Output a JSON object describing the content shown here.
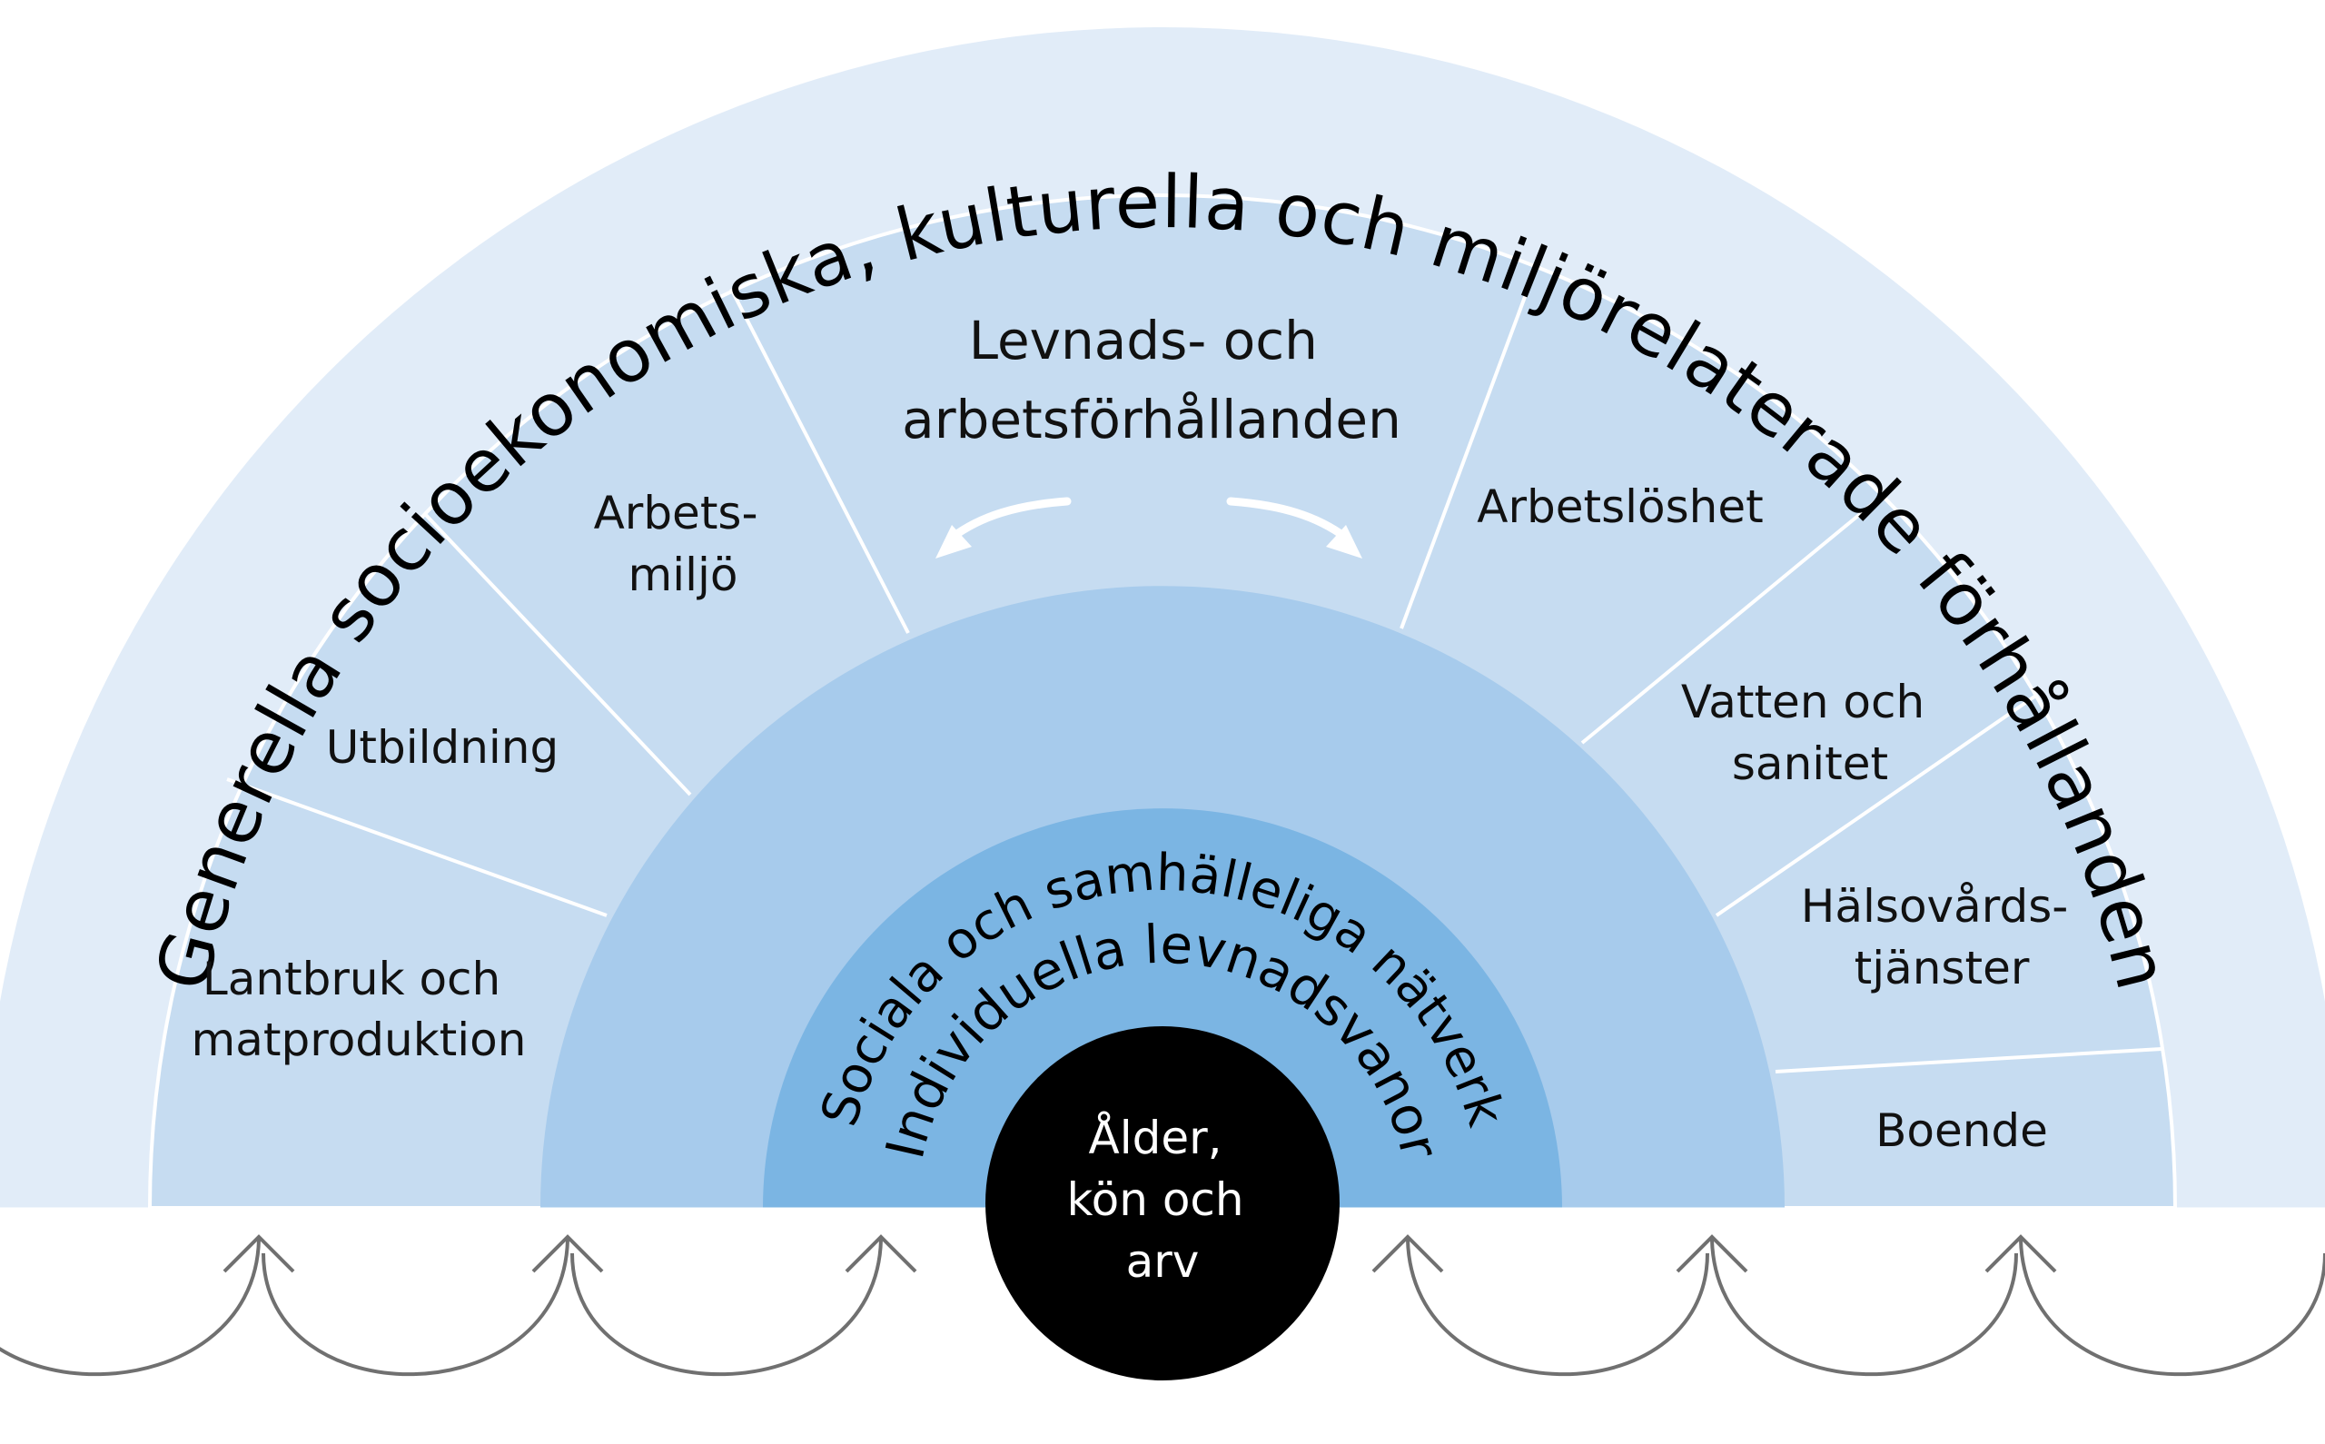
{
  "colors": {
    "outer_band": "#e1ecf8",
    "middle_band": "#c6dcf1",
    "social_band": "#a7cbec",
    "individual_band": "#7bb5e3",
    "core": "#000000",
    "divider": "#ffffff",
    "arrow_stroke": "#707070",
    "baseline": "#ffffff"
  },
  "outer": {
    "label": "Generella socioekonomiska, kulturella och miljörelaterade förhållanden"
  },
  "middle": {
    "title_line1": "Levnads- och",
    "title_line2": "arbetsförhållanden",
    "segments_left": [
      {
        "lines": [
          "Lantbruk och",
          "matproduktion"
        ]
      },
      {
        "lines": [
          "Utbildning"
        ]
      },
      {
        "lines": [
          "Arbets-",
          "miljö"
        ]
      }
    ],
    "segments_right": [
      {
        "lines": [
          "Arbetslöshet"
        ]
      },
      {
        "lines": [
          "Vatten och",
          "sanitet"
        ]
      },
      {
        "lines": [
          "Hälsovårds-",
          "tjänster"
        ]
      },
      {
        "lines": [
          "Boende"
        ]
      }
    ]
  },
  "social": {
    "label": "Sociala och samhälleliga nätverk"
  },
  "individual": {
    "label": "Individuella levnadsvanor"
  },
  "core": {
    "line1": "Ålder,",
    "line2": "kön och",
    "line3": "arv"
  }
}
